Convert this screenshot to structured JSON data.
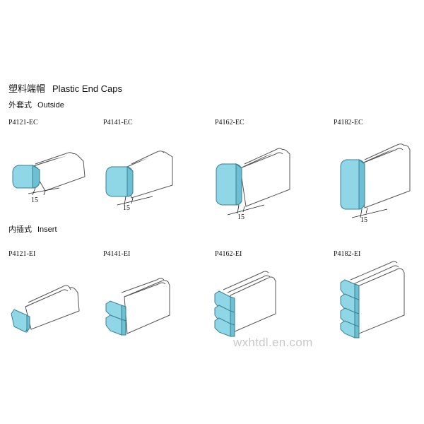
{
  "title": {
    "zh": "塑料端帽",
    "en": "Plastic End Caps"
  },
  "sections": {
    "outside": {
      "zh": "外套式",
      "en": "Outside"
    },
    "insert": {
      "zh": "内插式",
      "en": "Insert"
    }
  },
  "outside_items": [
    {
      "code": "P4121-EC",
      "dim": "15"
    },
    {
      "code": "P4141-EC",
      "dim": "15"
    },
    {
      "code": "P4162-EC",
      "dim": "15"
    },
    {
      "code": "P4182-EC",
      "dim": "15"
    }
  ],
  "insert_items": [
    {
      "code": "P4121-EI"
    },
    {
      "code": "P4141-EI"
    },
    {
      "code": "P4162-EI"
    },
    {
      "code": "P4182-EI"
    }
  ],
  "watermark": "wxhtdl.en.com",
  "colors": {
    "cap": "#8fd6e6",
    "cap_stroke": "#3d7f90",
    "rail_stroke": "#555555"
  }
}
